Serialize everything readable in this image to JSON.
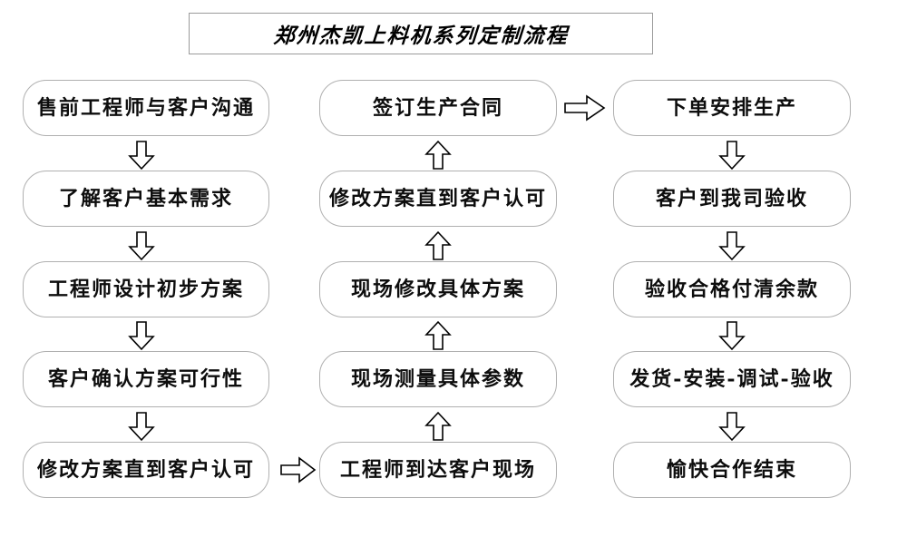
{
  "diagram": {
    "title": "郑州杰凯上料机系列定制流程",
    "background_color": "#ffffff",
    "node_border_color": "#b0b0b0",
    "text_color": "#0d0d0d",
    "arrow_stroke_color": "#000000",
    "arrow_fill_color": "#ffffff"
  },
  "columns": [
    {
      "name": "column-1",
      "nodes": [
        {
          "id": "n1",
          "label": "售前工程师与客户沟通"
        },
        {
          "id": "n2",
          "label": "了解客户基本需求"
        },
        {
          "id": "n3",
          "label": "工程师设计初步方案"
        },
        {
          "id": "n4",
          "label": "客户确认方案可行性"
        },
        {
          "id": "n5",
          "label": "修改方案直到客户认可"
        }
      ]
    },
    {
      "name": "column-2",
      "nodes": [
        {
          "id": "n6",
          "label": "签订生产合同"
        },
        {
          "id": "n7",
          "label": "修改方案直到客户认可"
        },
        {
          "id": "n8",
          "label": "现场修改具体方案"
        },
        {
          "id": "n9",
          "label": "现场测量具体参数"
        },
        {
          "id": "n10",
          "label": "工程师到达客户现场"
        }
      ]
    },
    {
      "name": "column-3",
      "nodes": [
        {
          "id": "n11",
          "label": "下单安排生产"
        },
        {
          "id": "n12",
          "label": "客户到我司验收"
        },
        {
          "id": "n13",
          "label": "验收合格付清余款"
        },
        {
          "id": "n14",
          "label": "发货-安装-调试-验收"
        },
        {
          "id": "n15",
          "label": "愉快合作结束"
        }
      ]
    }
  ],
  "arrows": [
    {
      "id": "a1",
      "direction": "down",
      "from": "n1",
      "to": "n2"
    },
    {
      "id": "a2",
      "direction": "down",
      "from": "n2",
      "to": "n3"
    },
    {
      "id": "a3",
      "direction": "down",
      "from": "n3",
      "to": "n4"
    },
    {
      "id": "a4",
      "direction": "down",
      "from": "n4",
      "to": "n5"
    },
    {
      "id": "a5",
      "direction": "right",
      "from": "n5",
      "to": "n10"
    },
    {
      "id": "a6",
      "direction": "up",
      "from": "n10",
      "to": "n9"
    },
    {
      "id": "a7",
      "direction": "up",
      "from": "n9",
      "to": "n8"
    },
    {
      "id": "a8",
      "direction": "up",
      "from": "n8",
      "to": "n7"
    },
    {
      "id": "a9",
      "direction": "up",
      "from": "n7",
      "to": "n6"
    },
    {
      "id": "a10",
      "direction": "right",
      "from": "n6",
      "to": "n11"
    },
    {
      "id": "a11",
      "direction": "down",
      "from": "n11",
      "to": "n12"
    },
    {
      "id": "a12",
      "direction": "down",
      "from": "n12",
      "to": "n13"
    },
    {
      "id": "a13",
      "direction": "down",
      "from": "n13",
      "to": "n14"
    },
    {
      "id": "a14",
      "direction": "down",
      "from": "n14",
      "to": "n15"
    }
  ]
}
